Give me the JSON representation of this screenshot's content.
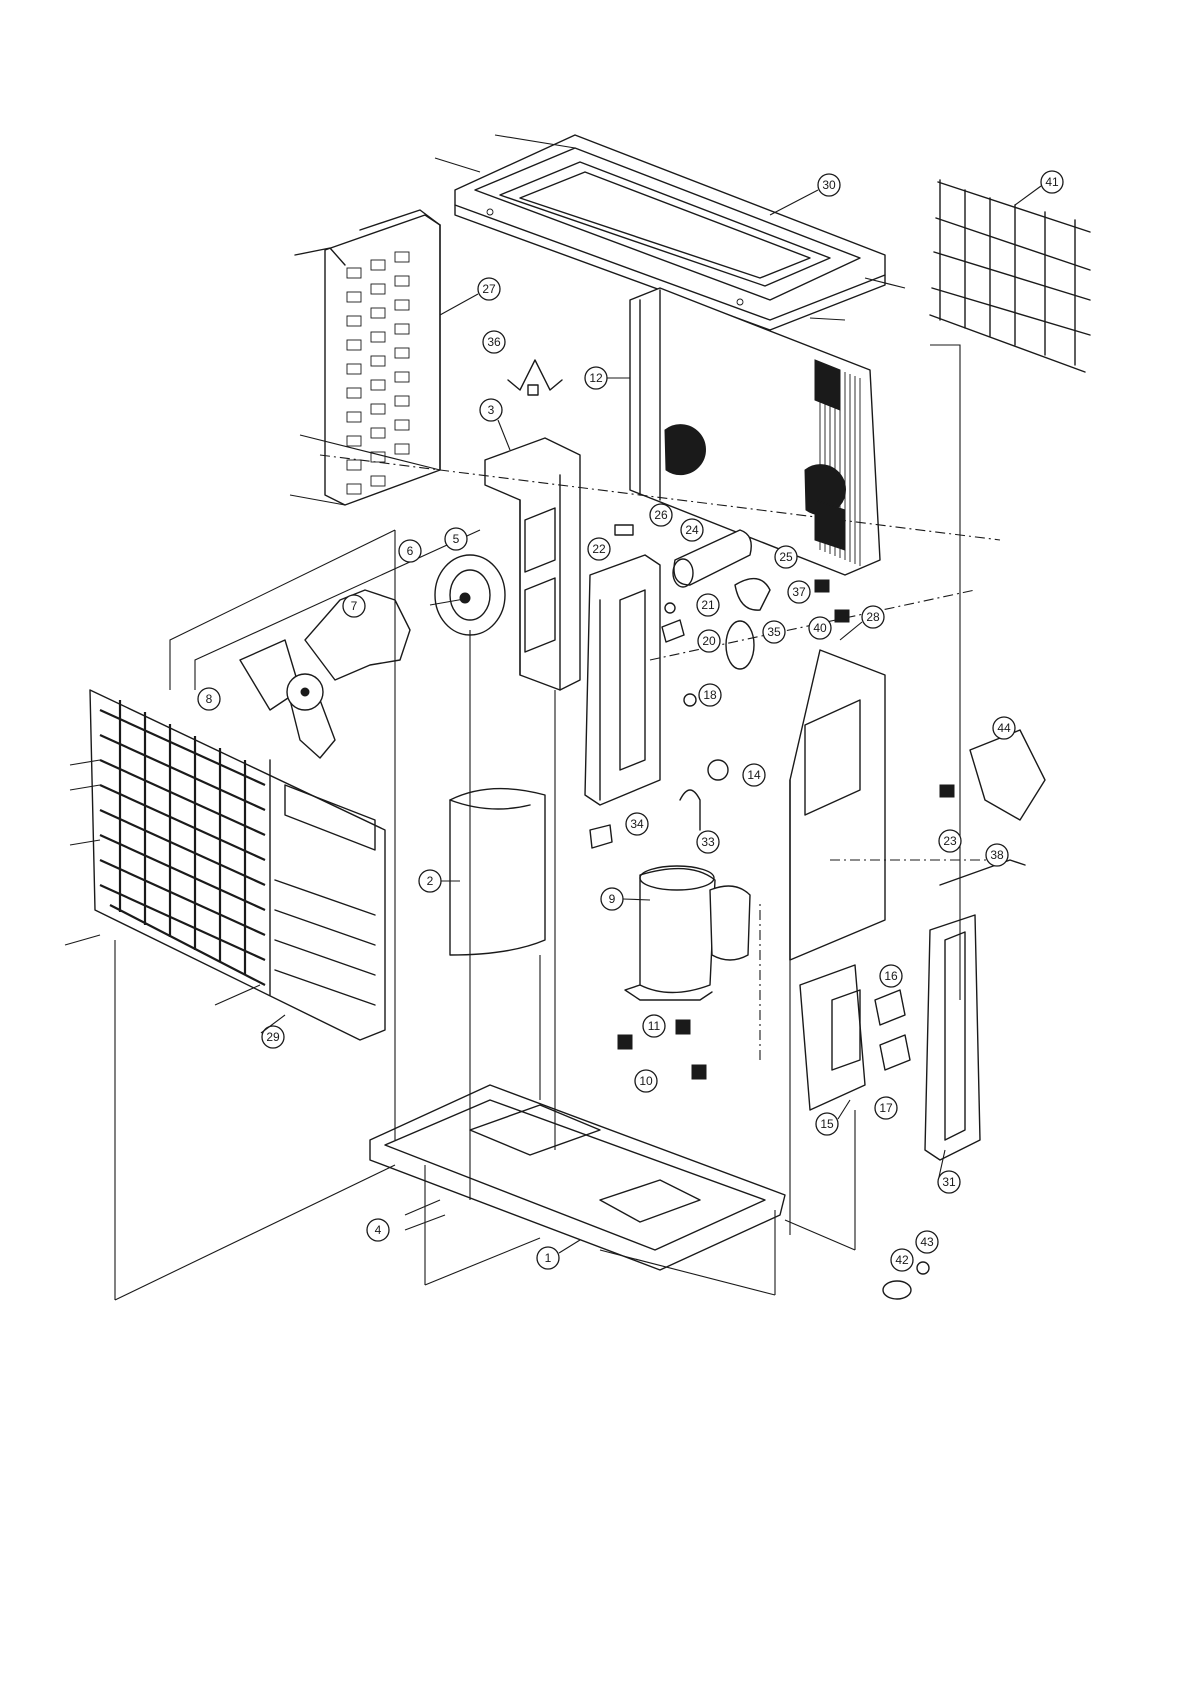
{
  "callouts": [
    {
      "label": "1"
    },
    {
      "label": "2"
    },
    {
      "label": "3"
    },
    {
      "label": "4"
    },
    {
      "label": "5"
    },
    {
      "label": "6"
    },
    {
      "label": "7"
    },
    {
      "label": "8"
    },
    {
      "label": "9"
    },
    {
      "label": "10"
    },
    {
      "label": "11"
    },
    {
      "label": "12"
    },
    {
      "label": "14"
    },
    {
      "label": "15"
    },
    {
      "label": "16"
    },
    {
      "label": "17"
    },
    {
      "label": "18"
    },
    {
      "label": "20"
    },
    {
      "label": "21"
    },
    {
      "label": "22"
    },
    {
      "label": "23"
    },
    {
      "label": "24"
    },
    {
      "label": "25"
    },
    {
      "label": "26"
    },
    {
      "label": "27"
    },
    {
      "label": "28"
    },
    {
      "label": "29"
    },
    {
      "label": "30"
    },
    {
      "label": "31"
    },
    {
      "label": "33"
    },
    {
      "label": "34"
    },
    {
      "label": "35"
    },
    {
      "label": "36"
    },
    {
      "label": "37"
    },
    {
      "label": "38"
    },
    {
      "label": "40"
    },
    {
      "label": "41"
    },
    {
      "label": "42"
    },
    {
      "label": "43"
    },
    {
      "label": "44"
    }
  ]
}
